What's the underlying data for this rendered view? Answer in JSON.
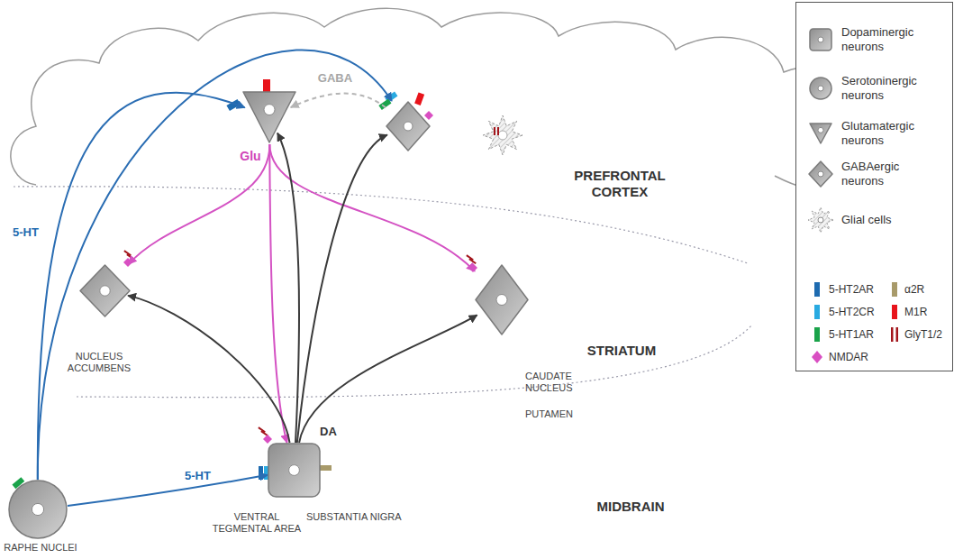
{
  "diagram": {
    "nodes": [
      {
        "text": [
          "PREFRONTAL CORTEX"
        ]
      },
      {
        "text": [
          "Glu"
        ],
        "in": 0
      },
      {
        "text": [
          "GABA"
        ],
        "in": 0
      },
      {
        "text": [
          "STRIATUM"
        ]
      },
      {
        "text": [
          "NUCLEUS ACCUMBENS"
        ],
        "in": 3
      },
      {
        "text": [
          "CAUDATE NUCLEUS",
          "PUTAMEN"
        ],
        "in": 3
      },
      {
        "text": [
          "MIDBRAIN"
        ]
      },
      {
        "text": [
          "RAPHE NUCLEI"
        ],
        "in": 6
      },
      {
        "text": [
          "DA",
          "VENTRAL TEGMENTAL AREA",
          "SUBSTANTIA NIGRA"
        ],
        "in": 6
      }
    ],
    "edges": [
      {
        "from": 7,
        "to": 1,
        "label": "5-HT",
        "arrow": "to"
      },
      {
        "from": 7,
        "to": 2,
        "arrow": "to"
      },
      {
        "from": 7,
        "to": 8,
        "label": "5-HT",
        "arrow": "to"
      },
      {
        "from": 1,
        "to": 4,
        "arrow": "to"
      },
      {
        "from": 1,
        "to": 8,
        "arrow": "to"
      },
      {
        "from": 1,
        "to": 5,
        "arrow": "to"
      },
      {
        "from": 8,
        "to": 2,
        "arrow": "to"
      },
      {
        "from": 8,
        "to": 1,
        "arrow": "to"
      },
      {
        "from": 8,
        "to": 4,
        "arrow": "to"
      },
      {
        "from": 8,
        "to": 5,
        "arrow": "to"
      },
      {
        "from": 2,
        "to": 1,
        "arrow": "to"
      }
    ],
    "legend": [
      {
        "text": "Dopaminergic neurons"
      },
      {
        "text": "Serotoninergic neurons"
      },
      {
        "text": "Glutamatergic neurons"
      },
      {
        "text": "GABAergic neurons"
      },
      {
        "text": "Glial cells"
      },
      {
        "text": "5-HT2AR",
        "color": "#1e6bb0"
      },
      {
        "text": "α2R",
        "color": "#a89a6a"
      },
      {
        "text": "5-HT2CR",
        "color": "#29aae1"
      },
      {
        "text": "M1R",
        "color": "#e8141b"
      },
      {
        "text": "5-HT1AR",
        "color": "#1aa34a"
      },
      {
        "text": "GlyT1/2",
        "color": "#a3151b"
      },
      {
        "text": "NMDAR",
        "color": "#d94fc2"
      }
    ]
  }
}
